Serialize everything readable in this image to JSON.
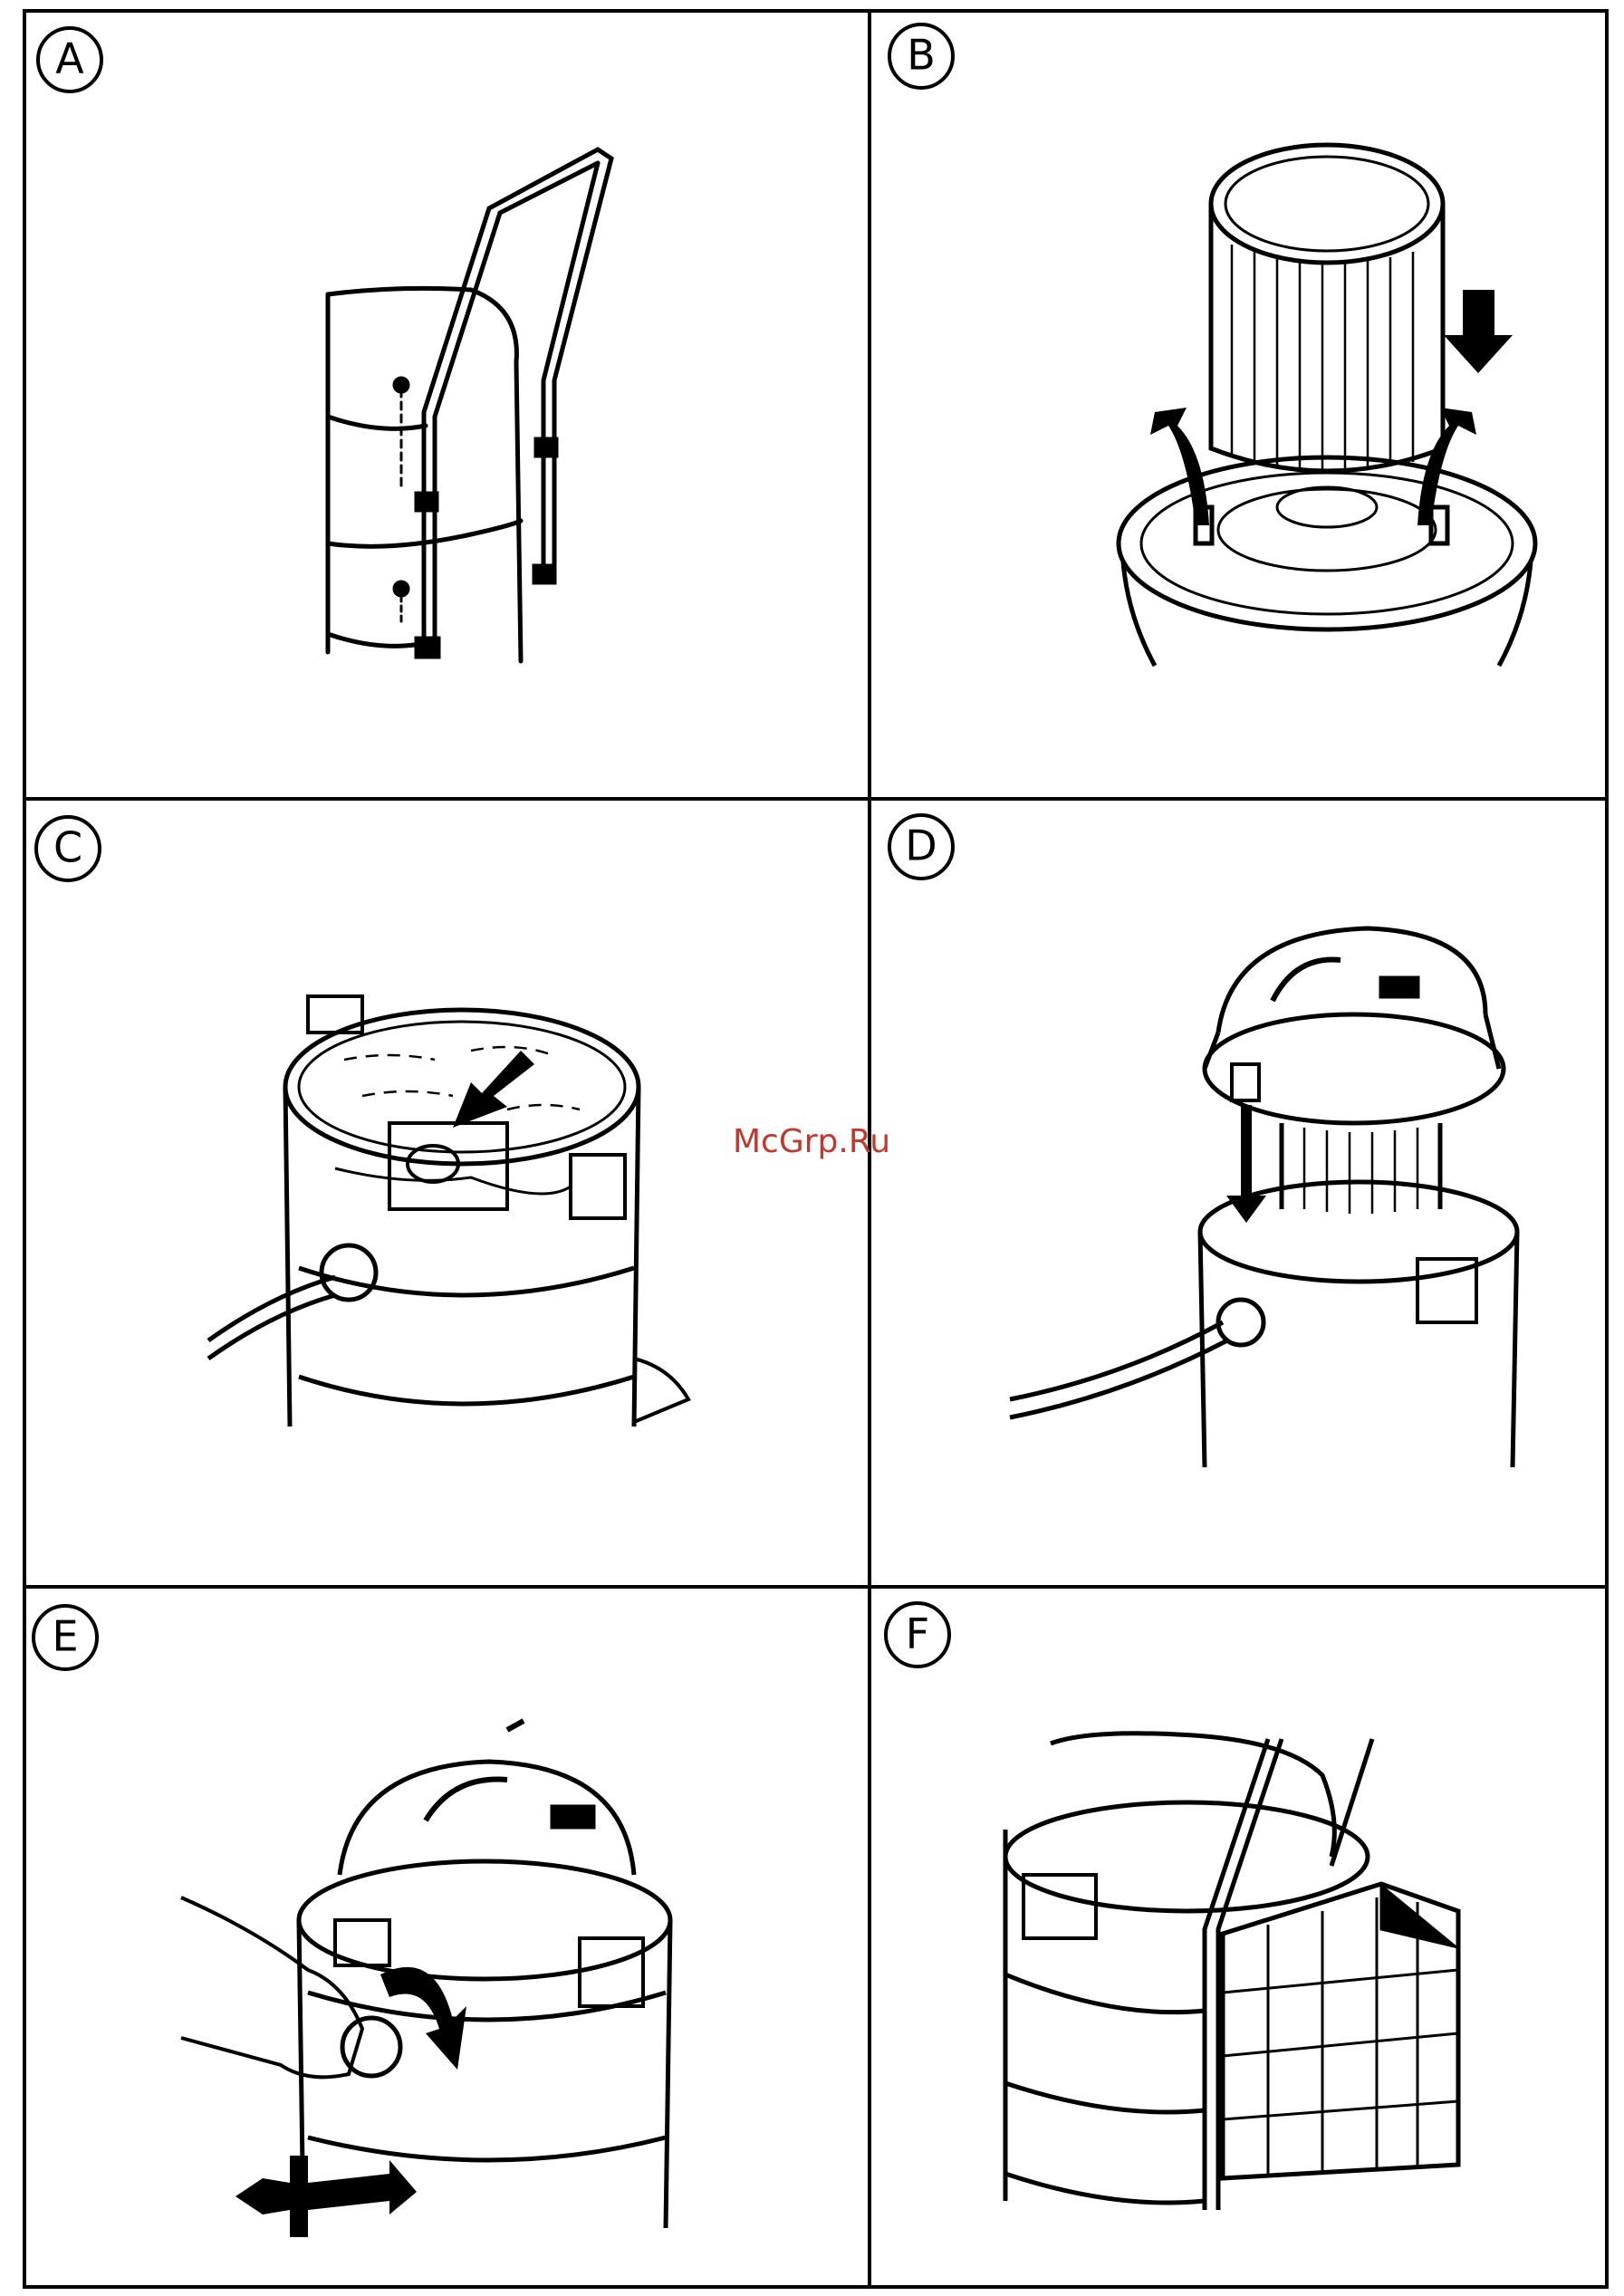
{
  "figure": {
    "panels": [
      {
        "label": "A",
        "drawing": "handle-mount"
      },
      {
        "label": "B",
        "drawing": "cartridge-filter-insert"
      },
      {
        "label": "C",
        "drawing": "paper-bag-insert"
      },
      {
        "label": "D",
        "drawing": "lid-placement"
      },
      {
        "label": "E",
        "drawing": "hose-connection"
      },
      {
        "label": "F",
        "drawing": "accessory-basket"
      }
    ]
  },
  "watermark": {
    "text": "McGrp.Ru",
    "color": "#c0392b"
  },
  "colors": {
    "line": "#000000",
    "background": "#ffffff"
  }
}
